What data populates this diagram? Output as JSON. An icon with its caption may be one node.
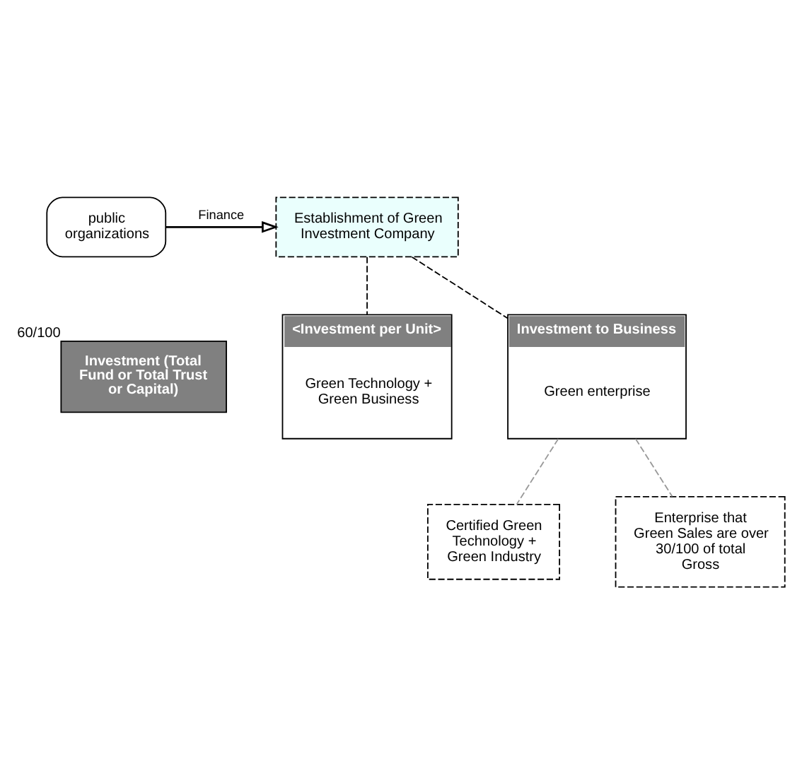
{
  "diagram": {
    "nodes": [
      {
        "text": [
          "public organizations"
        ]
      },
      {
        "text": [
          "Establishment of Green Investment Company"
        ]
      },
      {
        "text": [
          "Investment (Total Fund or Total Trust or Capital)"
        ],
        "beside": [
          "60/100"
        ]
      },
      {
        "text": [
          "<Investment per Unit>",
          "Green Technology + Green Business"
        ]
      },
      {
        "text": [
          "Investment to Business",
          "Green enterprise"
        ]
      },
      {
        "text": [
          "Certified Green Technology + Green Industry"
        ]
      },
      {
        "text": [
          "Enterprise that Green Sales are over 30/100 of total Gross"
        ]
      }
    ],
    "edges": [
      {
        "from": 0,
        "to": 1,
        "arrow": "to",
        "label": "Finance"
      },
      {
        "from": 1,
        "to": 3,
        "arrow": "none",
        "style": "dashed"
      },
      {
        "from": 1,
        "to": 4,
        "arrow": "none",
        "style": "dashed"
      },
      {
        "from": 4,
        "to": 5,
        "arrow": "none",
        "style": "dashed",
        "color": "#999999"
      },
      {
        "from": 4,
        "to": 6,
        "arrow": "none",
        "style": "dashed",
        "color": "#999999"
      }
    ]
  }
}
